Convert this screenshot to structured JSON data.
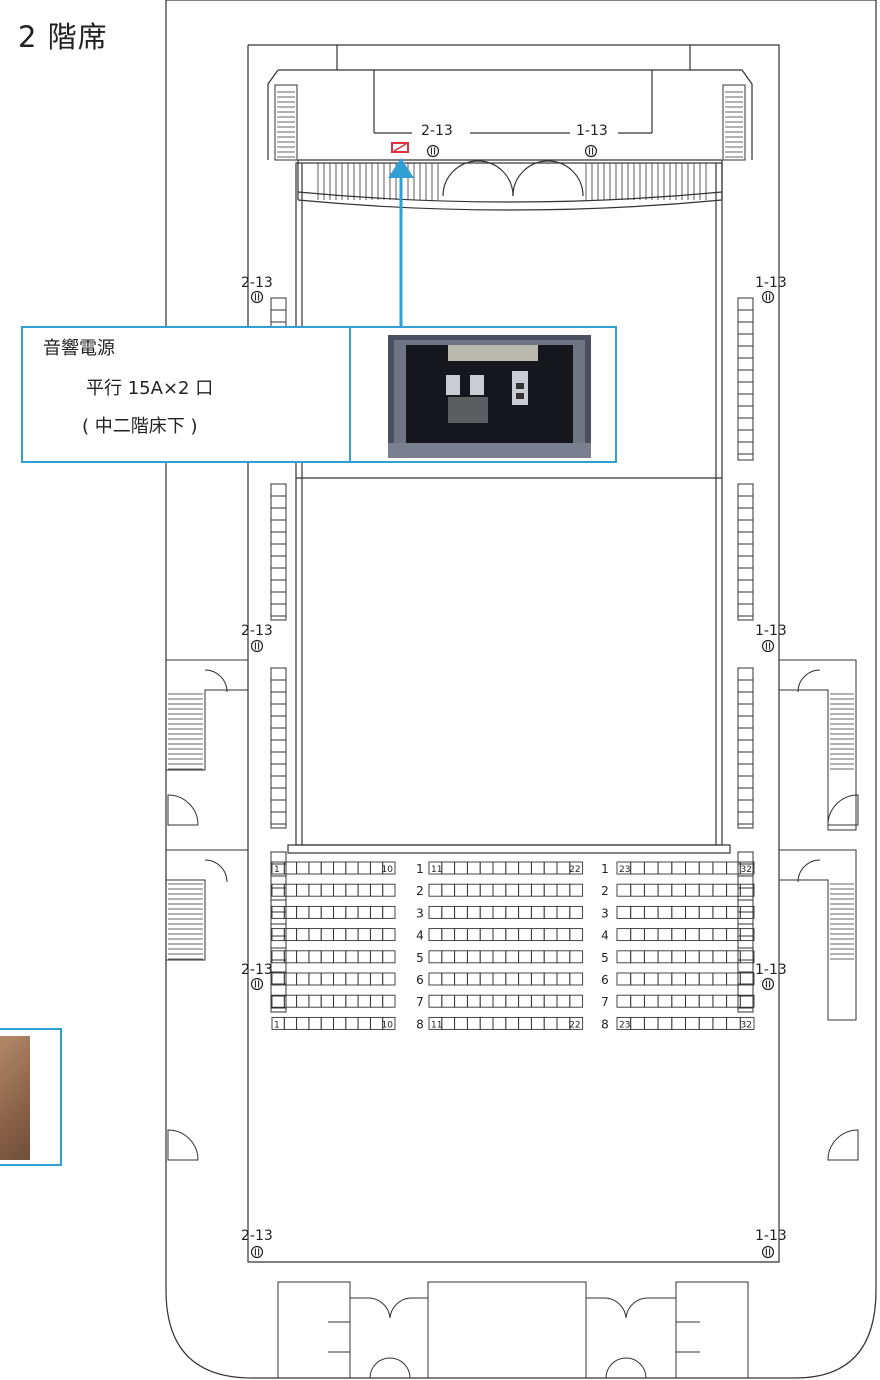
{
  "floor_title": "2 階席",
  "callout": {
    "title": "音響電源",
    "line1": "平行 15A×2 口",
    "line2": "( 中二階床下 )"
  },
  "outlet_labels": {
    "top_left": "2-13",
    "top_right": "1-13",
    "side_left_upper": "2-13",
    "side_right_upper": "1-13",
    "side_left_mid": "2-13",
    "side_right_mid": "1-13",
    "side_left_low": "2-13",
    "side_right_low": "1-13",
    "side_left_bottom": "2-13",
    "side_right_bottom": "1-13"
  },
  "row_numbers": [
    "1",
    "2",
    "3",
    "4",
    "5",
    "6",
    "7",
    "8"
  ],
  "seat_numbers": {
    "left_start": "1",
    "left_end": "10",
    "center_start": "11",
    "center_end": "22",
    "right_start": "23",
    "right_end": "32"
  },
  "colors": {
    "accent": "#2f9fd4",
    "marker": "#e0303a",
    "line": "#333333"
  }
}
